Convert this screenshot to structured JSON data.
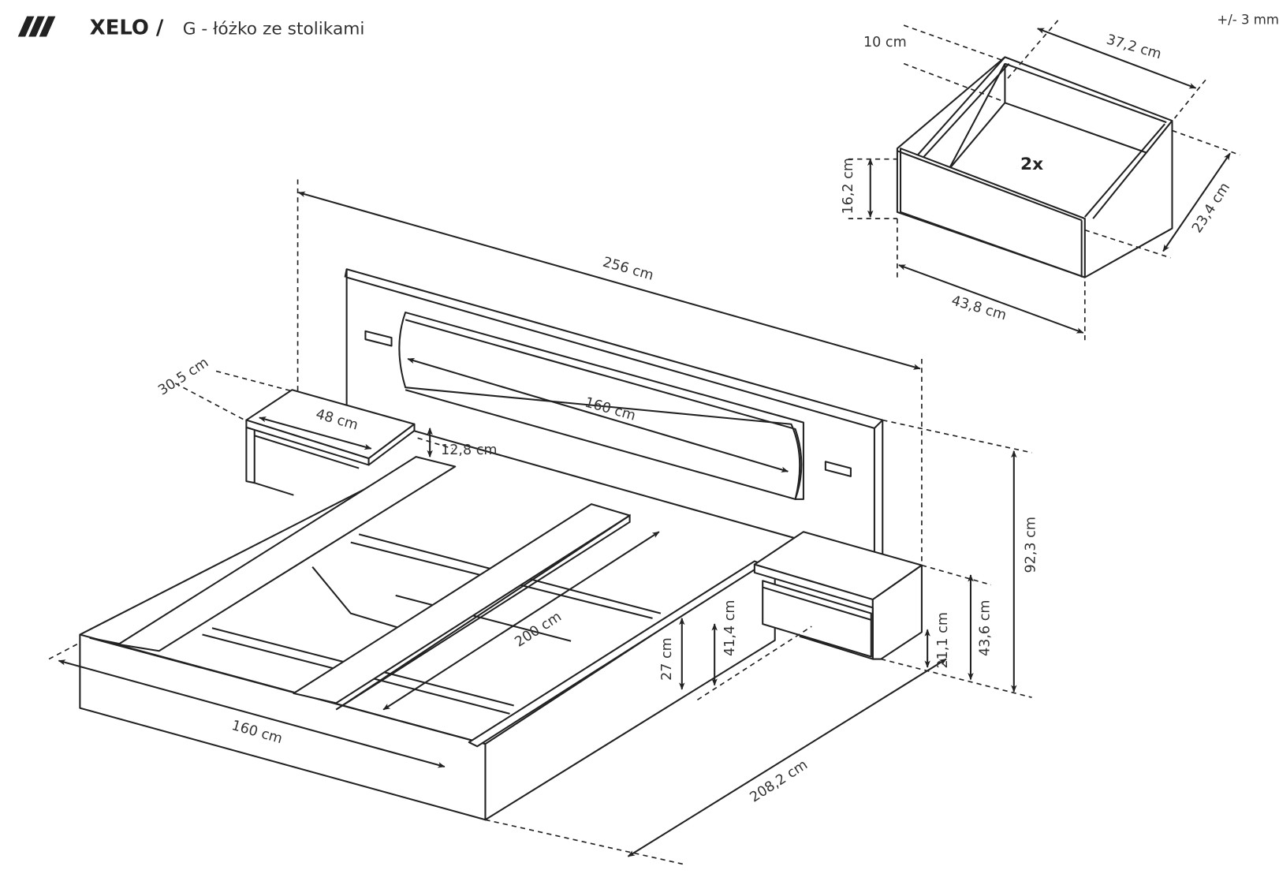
{
  "header": {
    "logo": "///",
    "brand": "XELO /",
    "subtitle": "G - łóżko ze stolikami",
    "tolerance": "+/- 3 mm"
  },
  "bed_dimensions": {
    "overall_width": "256 cm",
    "headboard_cushion_width": "160 cm",
    "nightstand_width": "48 cm",
    "nightstand_depth": "30,5 cm",
    "nightstand_top_height": "12,8 cm",
    "mattress_width": "160 cm",
    "mattress_length": "200 cm",
    "frame_height": "27 cm",
    "slat_height": "41,4 cm",
    "nightstand_floor_clearance": "21,1 cm",
    "nightstand_height": "43,6 cm",
    "headboard_height": "92,3 cm",
    "overall_length": "208,2 cm"
  },
  "drawer": {
    "front_thickness": "10 cm",
    "inner_width": "37,2 cm",
    "height": "16,2 cm",
    "quantity": "2x",
    "depth": "23,4 cm",
    "front_width": "43,8 cm"
  }
}
